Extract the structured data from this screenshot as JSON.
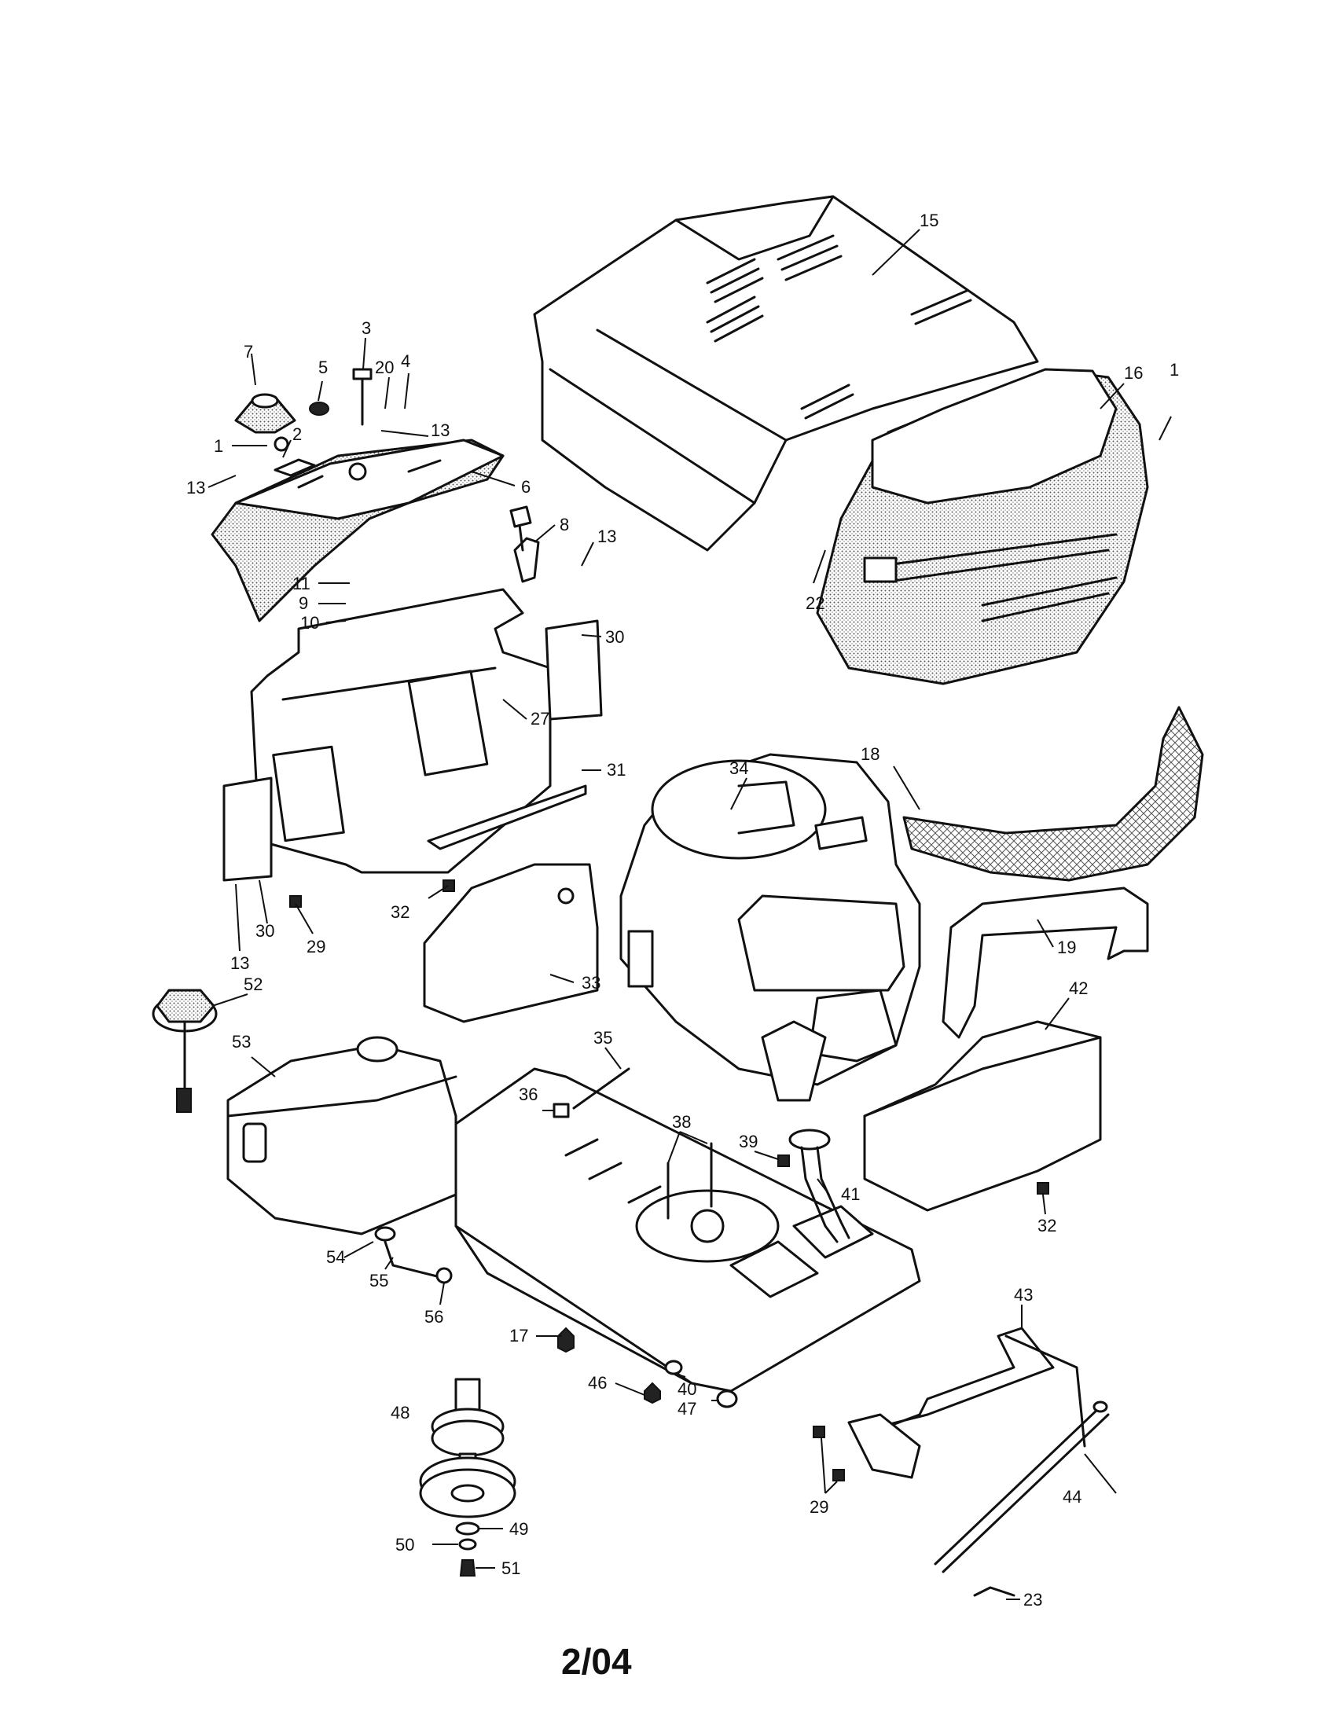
{
  "drawing": {
    "date_code": "2/04",
    "callouts": [
      {
        "id": "c15",
        "label": "15"
      },
      {
        "id": "c16",
        "label": "16"
      },
      {
        "id": "c1a",
        "label": "1"
      },
      {
        "id": "c22",
        "label": "22"
      },
      {
        "id": "c7",
        "label": "7"
      },
      {
        "id": "c3",
        "label": "3"
      },
      {
        "id": "c20",
        "label": "20"
      },
      {
        "id": "c5",
        "label": "5"
      },
      {
        "id": "c4",
        "label": "4"
      },
      {
        "id": "c13a",
        "label": "13"
      },
      {
        "id": "c1b",
        "label": "1"
      },
      {
        "id": "c2",
        "label": "2"
      },
      {
        "id": "c13b",
        "label": "13"
      },
      {
        "id": "c6",
        "label": "6"
      },
      {
        "id": "c8",
        "label": "8"
      },
      {
        "id": "c13c",
        "label": "13"
      },
      {
        "id": "c11",
        "label": "11"
      },
      {
        "id": "c9",
        "label": "9"
      },
      {
        "id": "c10",
        "label": "10"
      },
      {
        "id": "c30a",
        "label": "30"
      },
      {
        "id": "c27",
        "label": "27"
      },
      {
        "id": "c31",
        "label": "31"
      },
      {
        "id": "c18",
        "label": "18"
      },
      {
        "id": "c34",
        "label": "34"
      },
      {
        "id": "c32a",
        "label": "32"
      },
      {
        "id": "c30b",
        "label": "30"
      },
      {
        "id": "c29a",
        "label": "29"
      },
      {
        "id": "c13d",
        "label": "13"
      },
      {
        "id": "c19",
        "label": "19"
      },
      {
        "id": "c33",
        "label": "33"
      },
      {
        "id": "c52",
        "label": "52"
      },
      {
        "id": "c42",
        "label": "42"
      },
      {
        "id": "c53",
        "label": "53"
      },
      {
        "id": "c35",
        "label": "35"
      },
      {
        "id": "c36",
        "label": "36"
      },
      {
        "id": "c38",
        "label": "38"
      },
      {
        "id": "c39",
        "label": "39"
      },
      {
        "id": "c41",
        "label": "41"
      },
      {
        "id": "c32b",
        "label": "32"
      },
      {
        "id": "c54",
        "label": "54"
      },
      {
        "id": "c55",
        "label": "55"
      },
      {
        "id": "c56",
        "label": "56"
      },
      {
        "id": "c17",
        "label": "17"
      },
      {
        "id": "c43",
        "label": "43"
      },
      {
        "id": "c46",
        "label": "46"
      },
      {
        "id": "c40",
        "label": "40"
      },
      {
        "id": "c47",
        "label": "47"
      },
      {
        "id": "c48",
        "label": "48"
      },
      {
        "id": "c44",
        "label": "44"
      },
      {
        "id": "c29b",
        "label": "29"
      },
      {
        "id": "c49",
        "label": "49"
      },
      {
        "id": "c50",
        "label": "50"
      },
      {
        "id": "c51",
        "label": "51"
      },
      {
        "id": "c23",
        "label": "23"
      }
    ]
  }
}
